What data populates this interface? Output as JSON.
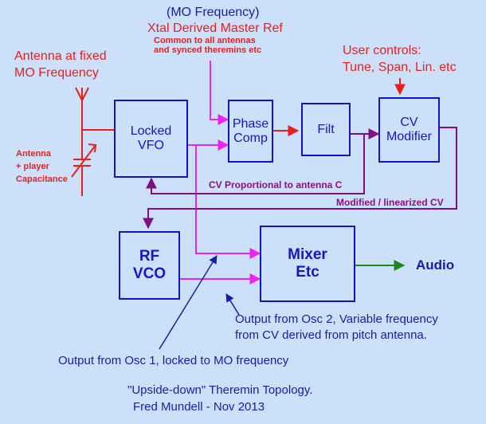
{
  "colors": {
    "background": "#cde0fa",
    "box_border": "#1515c8",
    "block_text": "#1515c8",
    "label_red": "#e8201c",
    "label_blue": "#1a1aa8",
    "signal_red": "#e8201c",
    "signal_magenta": "#ee22ee",
    "signal_purple": "#7f1080",
    "signal_green": "#1b8a1b"
  },
  "labels": {
    "mo_frequency": "(MO Frequency)",
    "xtal_ref": "Xtal Derived Master Ref",
    "common_note": "Common to all antennas\nand synced theremins etc",
    "antenna_fixed": "Antenna at fixed\nMO Frequency",
    "antenna_cap": "Antenna\n+ player\nCapacitance",
    "user_controls": "User controls:\nTune, Span, Lin. etc",
    "cv_proportional": "CV Proportional to antenna C",
    "modified_cv": "Modified / linearized CV",
    "audio": "Audio",
    "osc2_note": "Output from Osc 2, Variable frequency\nfrom CV derived from pitch antenna.",
    "osc1_note": "Output from Osc 1, locked to MO frequency",
    "caption_title": "\"Upside-down\" Theremin Topology.",
    "caption_author": "Fred Mundell - Nov 2013"
  },
  "blocks": {
    "locked_vfo": "Locked\nVFO",
    "phase_comp": "Phase\nComp",
    "filt": "Filt",
    "cv_modifier": "CV\nModifier",
    "rf_vco": "RF\nVCO",
    "mixer": "Mixer\nEtc"
  }
}
